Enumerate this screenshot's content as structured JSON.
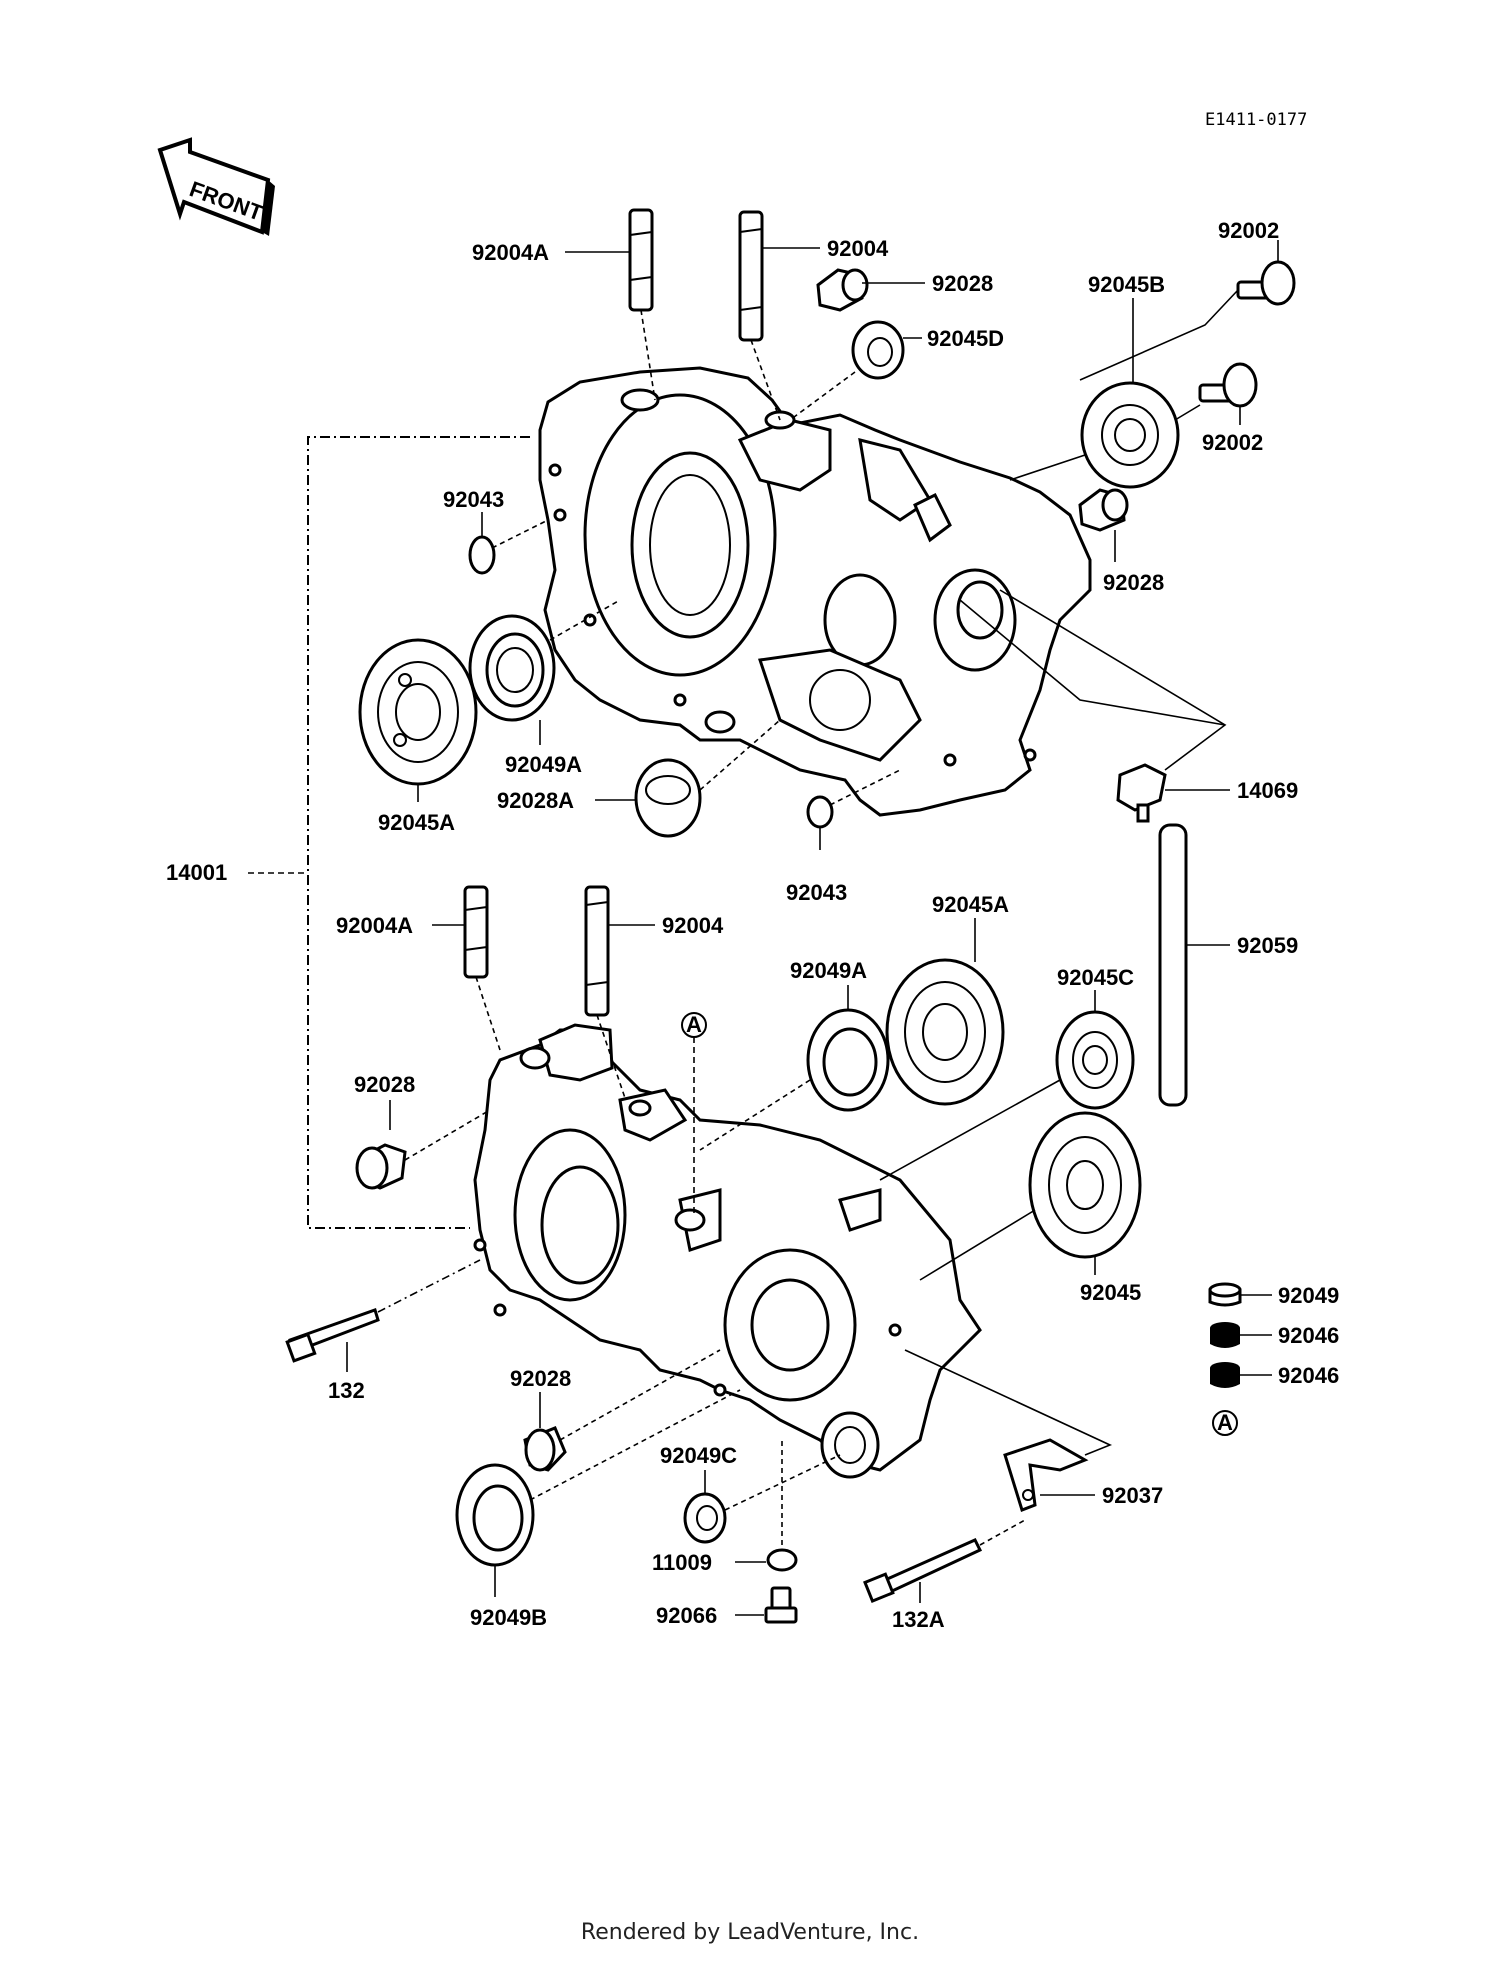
{
  "diagram_code": "E1411-0177",
  "front_label": "FRONT",
  "ref_marker": "A",
  "footer": "Rendered by LeadVenture, Inc.",
  "parts": [
    {
      "id": "p01",
      "text": "92004A"
    },
    {
      "id": "p02",
      "text": "92004"
    },
    {
      "id": "p03",
      "text": "92028"
    },
    {
      "id": "p04",
      "text": "92045D"
    },
    {
      "id": "p05",
      "text": "92002"
    },
    {
      "id": "p06",
      "text": "92045B"
    },
    {
      "id": "p07",
      "text": "92002"
    },
    {
      "id": "p08",
      "text": "92043"
    },
    {
      "id": "p09",
      "text": "92028"
    },
    {
      "id": "p10",
      "text": "92049A"
    },
    {
      "id": "p11",
      "text": "92045A"
    },
    {
      "id": "p12",
      "text": "92028A"
    },
    {
      "id": "p13",
      "text": "14069"
    },
    {
      "id": "p14",
      "text": "92043"
    },
    {
      "id": "p15",
      "text": "14001"
    },
    {
      "id": "p16",
      "text": "92004A"
    },
    {
      "id": "p17",
      "text": "92004"
    },
    {
      "id": "p18",
      "text": "92045A"
    },
    {
      "id": "p19",
      "text": "92049A"
    },
    {
      "id": "p20",
      "text": "92045C"
    },
    {
      "id": "p21",
      "text": "92059"
    },
    {
      "id": "p22",
      "text": "92028"
    },
    {
      "id": "p23",
      "text": "92045"
    },
    {
      "id": "p24",
      "text": "92049"
    },
    {
      "id": "p25",
      "text": "92046"
    },
    {
      "id": "p26",
      "text": "92046"
    },
    {
      "id": "p27",
      "text": "132"
    },
    {
      "id": "p28",
      "text": "92028"
    },
    {
      "id": "p29",
      "text": "92049C"
    },
    {
      "id": "p30",
      "text": "92037"
    },
    {
      "id": "p31",
      "text": "11009"
    },
    {
      "id": "p32",
      "text": "92066"
    },
    {
      "id": "p33",
      "text": "132A"
    },
    {
      "id": "p34",
      "text": "92049B"
    }
  ]
}
